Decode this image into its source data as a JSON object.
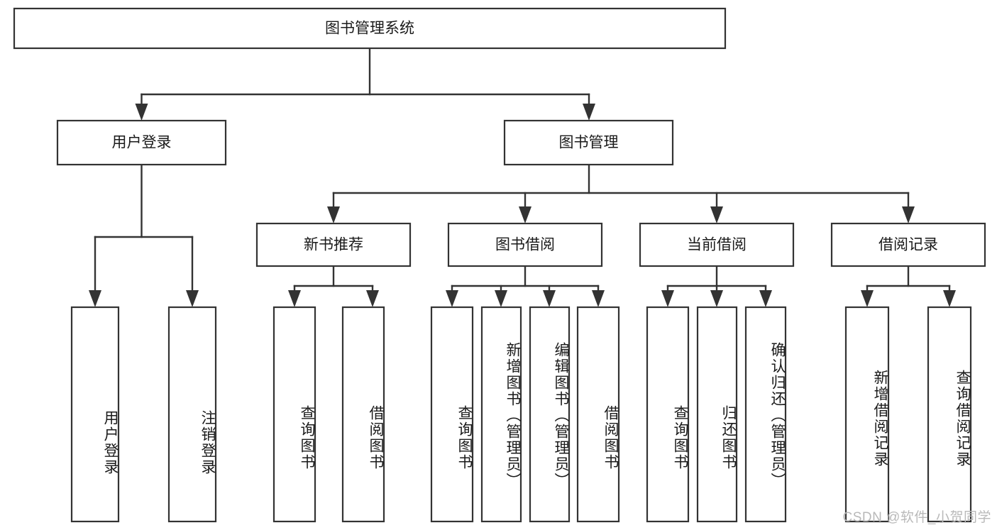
{
  "diagram": {
    "title": "图书管理系统",
    "type": "hierarchy-tree",
    "watermark": "CSDN @软件_小贺同学",
    "colors": {
      "stroke": "#333333",
      "box_fill": "#ffffff",
      "text": "#1a1a1a",
      "watermark": "#b9b9b9",
      "background": "#ffffff"
    },
    "levels": {
      "root": {
        "label": "图书管理系统"
      },
      "level2": [
        {
          "id": "user-login",
          "label": "用户登录"
        },
        {
          "id": "book-management",
          "label": "图书管理"
        }
      ],
      "level3": [
        {
          "id": "new-book-recommend",
          "label": "新书推荐",
          "parent": "book-management"
        },
        {
          "id": "book-borrow",
          "label": "图书借阅",
          "parent": "book-management"
        },
        {
          "id": "current-borrow",
          "label": "当前借阅",
          "parent": "book-management"
        },
        {
          "id": "borrow-record",
          "label": "借阅记录",
          "parent": "book-management"
        }
      ],
      "leaves": [
        {
          "id": "leaf-user-login",
          "label": "用户登录",
          "parent": "user-login"
        },
        {
          "id": "leaf-user-logout",
          "label": "注销登录",
          "parent": "user-login"
        },
        {
          "id": "leaf-query-book-1",
          "label": "查询图书",
          "parent": "new-book-recommend"
        },
        {
          "id": "leaf-borrow-book-1",
          "label": "借阅图书",
          "parent": "new-book-recommend"
        },
        {
          "id": "leaf-query-book-2",
          "label": "查询图书",
          "parent": "book-borrow"
        },
        {
          "id": "leaf-add-book",
          "label": "新增图书（管理员）",
          "parent": "book-borrow"
        },
        {
          "id": "leaf-edit-book",
          "label": "编辑图书（管理员）",
          "parent": "book-borrow"
        },
        {
          "id": "leaf-borrow-book-2",
          "label": "借阅图书",
          "parent": "book-borrow"
        },
        {
          "id": "leaf-query-book-3",
          "label": "查询图书",
          "parent": "current-borrow"
        },
        {
          "id": "leaf-return-book",
          "label": "归还图书",
          "parent": "current-borrow"
        },
        {
          "id": "leaf-confirm-return",
          "label": "确认归还（管理员）",
          "parent": "current-borrow"
        },
        {
          "id": "leaf-add-record",
          "label": "新增借阅记录",
          "parent": "borrow-record"
        },
        {
          "id": "leaf-query-record",
          "label": "查询借阅记录",
          "parent": "borrow-record"
        }
      ]
    }
  }
}
